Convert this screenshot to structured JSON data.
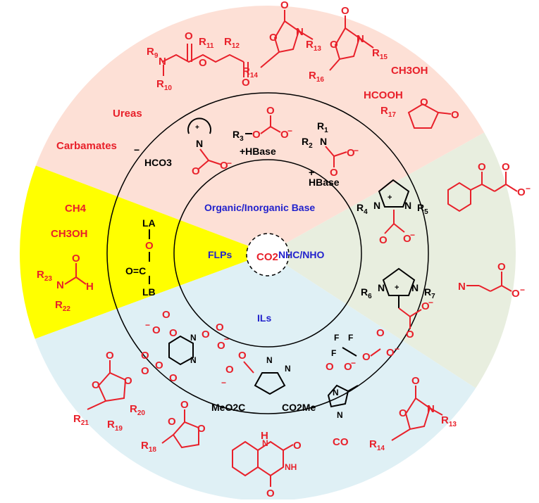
{
  "center": {
    "label": "CO2"
  },
  "inner_labels": {
    "organic_base": "Organic/Inorganic Base",
    "nhc": "NHC/NHO",
    "ils": "ILs",
    "flps": "FLPs"
  },
  "colors": {
    "pink": "#fde0d6",
    "yellow": "#ffff00",
    "green": "#e8eedf",
    "blue": "#dff0f5",
    "red": "#e8202a",
    "blue_text": "#2222cc"
  },
  "products": {
    "ureas": "Ureas",
    "carbamates": "Carbamates",
    "ch3oh_top": "CH3OH",
    "hcooh": "HCOOH",
    "ch4": "CH4",
    "ch3oh_left": "CH3OH",
    "co": "CO"
  },
  "reagents": {
    "hco3": "HCO3",
    "hbase1": "+HBase",
    "hbase2": "HBase",
    "meo2c": "MeO2C",
    "co2me": "CO2Me",
    "la": "LA",
    "lb": "LB"
  },
  "r_groups": [
    "R1",
    "R2",
    "R3",
    "R4",
    "R5",
    "R6",
    "R7",
    "R9",
    "R10",
    "R11",
    "R12",
    "R13",
    "R14",
    "R15",
    "R16",
    "R17",
    "R18",
    "R19",
    "R20",
    "R21",
    "R22",
    "R23"
  ]
}
